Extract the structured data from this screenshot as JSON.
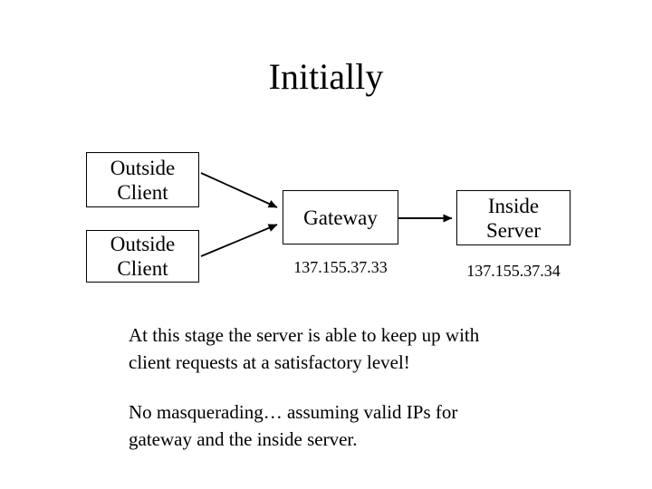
{
  "slide": {
    "title": "Initially",
    "diagram": {
      "boxes": [
        {
          "id": "outside-client-1",
          "lines": [
            "Outside",
            "Client"
          ]
        },
        {
          "id": "outside-client-2",
          "lines": [
            "Outside",
            "Client"
          ]
        },
        {
          "id": "gateway",
          "label": "Gateway",
          "ip": "137.155.37.33"
        },
        {
          "id": "inside-server",
          "lines": [
            "Inside",
            "Server"
          ],
          "ip": "137.155.37.34"
        }
      ]
    },
    "paragraphs": [
      {
        "lines": [
          "At this stage the server is able to keep up with",
          "client requests at a satisfactory level!"
        ]
      },
      {
        "lines": [
          "No masquerading… assuming valid IPs for",
          "gateway and the inside server."
        ]
      }
    ],
    "colors": {
      "background": "#ffffff",
      "text": "#000000",
      "line": "#000000"
    }
  }
}
